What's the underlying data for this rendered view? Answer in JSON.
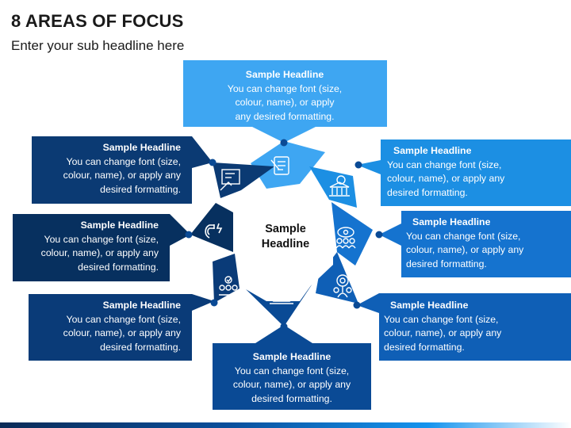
{
  "title": "8 AREAS OF FOCUS",
  "subtitle": "Enter your sub headline here",
  "center": {
    "line1": "Sample",
    "line2": "Headline"
  },
  "colors": {
    "light": "#3ea6f2",
    "lightblue": "#1c8fe3",
    "mid": "#1573cf",
    "royal": "#0f5fb6",
    "deep": "#0a4a95",
    "navy": "#0a3b78",
    "darknavy": "#07305f",
    "center_fill": "#ffffff"
  },
  "cards": [
    {
      "id": "top",
      "headline": "Sample Headline",
      "line1": "You can change font (size,",
      "line2": "colour, name), or apply",
      "line3": "any desired formatting.",
      "icon": "checklist-icon"
    },
    {
      "id": "upper-right",
      "headline": "Sample Headline",
      "line1": "You can change font (size,",
      "line2": "colour, name), or apply any",
      "line3": "desired formatting.",
      "icon": "bank-money-icon"
    },
    {
      "id": "right",
      "headline": "Sample Headline",
      "line1": "You can change font (size,",
      "line2": "colour, name), or apply any",
      "line3": "desired formatting.",
      "icon": "vision-team-icon"
    },
    {
      "id": "lower-right",
      "headline": "Sample Headline",
      "line1": "You can change font (size,",
      "line2": "colour, name), or apply any",
      "line3": "desired formatting.",
      "icon": "target-person-icon"
    },
    {
      "id": "bottom",
      "headline": "Sample Headline",
      "line1": "You can change font (size,",
      "line2": "colour, name), or apply any",
      "line3": "desired formatting.",
      "icon": "laptop-globe-icon"
    },
    {
      "id": "lower-left",
      "headline": "Sample Headline",
      "line1": "You can change font (size,",
      "line2": "colour, name), or apply any",
      "line3": "desired formatting.",
      "icon": "team-approval-icon"
    },
    {
      "id": "left",
      "headline": "Sample Headline",
      "line1": "You can change font (size,",
      "line2": "colour, name), or apply any",
      "line3": "desired formatting.",
      "icon": "magnet-icon"
    },
    {
      "id": "upper-left",
      "headline": "Sample Headline",
      "line1": "You can change font (size,",
      "line2": "colour, name), or apply any",
      "line3": "desired formatting.",
      "icon": "presentation-icon"
    }
  ]
}
